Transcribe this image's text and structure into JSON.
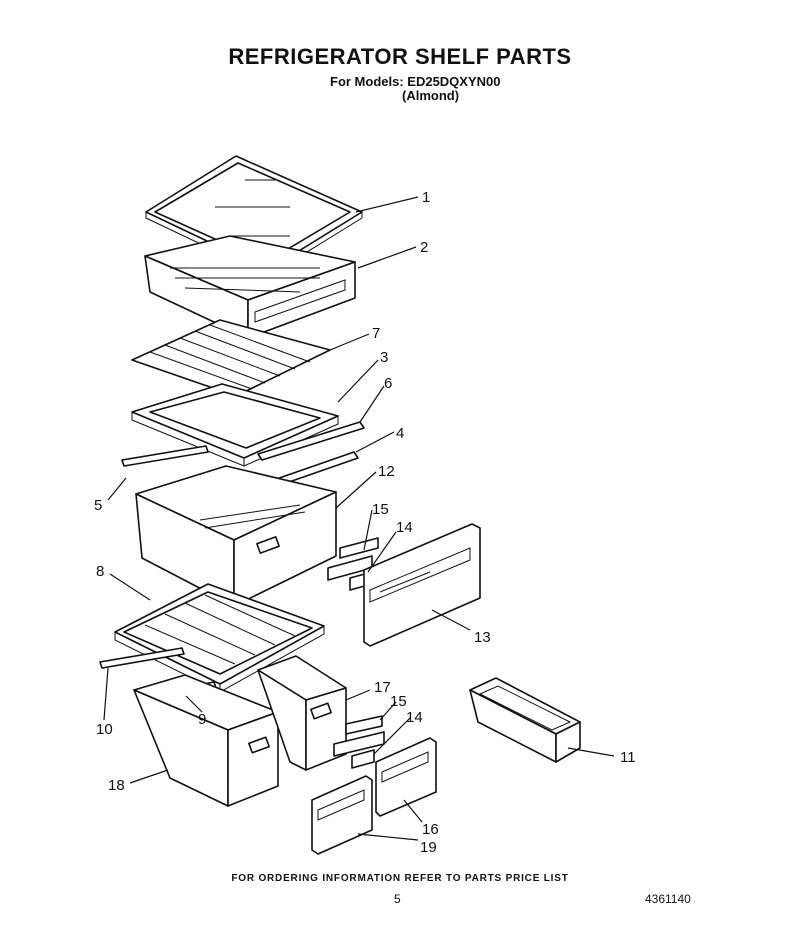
{
  "header": {
    "title": "REFRIGERATOR SHELF PARTS",
    "models_line": "For Models: ED25DQXYN00",
    "color_line": "(Almond)"
  },
  "callouts": [
    {
      "id": "1",
      "label": "1"
    },
    {
      "id": "2",
      "label": "2"
    },
    {
      "id": "7",
      "label": "7"
    },
    {
      "id": "3",
      "label": "3"
    },
    {
      "id": "6",
      "label": "6"
    },
    {
      "id": "4",
      "label": "4"
    },
    {
      "id": "5",
      "label": "5"
    },
    {
      "id": "12",
      "label": "12"
    },
    {
      "id": "15a",
      "label": "15"
    },
    {
      "id": "14a",
      "label": "14"
    },
    {
      "id": "8",
      "label": "8"
    },
    {
      "id": "13",
      "label": "13"
    },
    {
      "id": "17",
      "label": "17"
    },
    {
      "id": "15b",
      "label": "15"
    },
    {
      "id": "14b",
      "label": "14"
    },
    {
      "id": "10",
      "label": "10"
    },
    {
      "id": "9",
      "label": "9"
    },
    {
      "id": "11",
      "label": "11"
    },
    {
      "id": "18",
      "label": "18"
    },
    {
      "id": "16",
      "label": "16"
    },
    {
      "id": "19",
      "label": "19"
    }
  ],
  "footer": {
    "ordering_note": "FOR ORDERING INFORMATION REFER TO PARTS PRICE LIST",
    "page_number": "5",
    "document_number": "4361140"
  }
}
